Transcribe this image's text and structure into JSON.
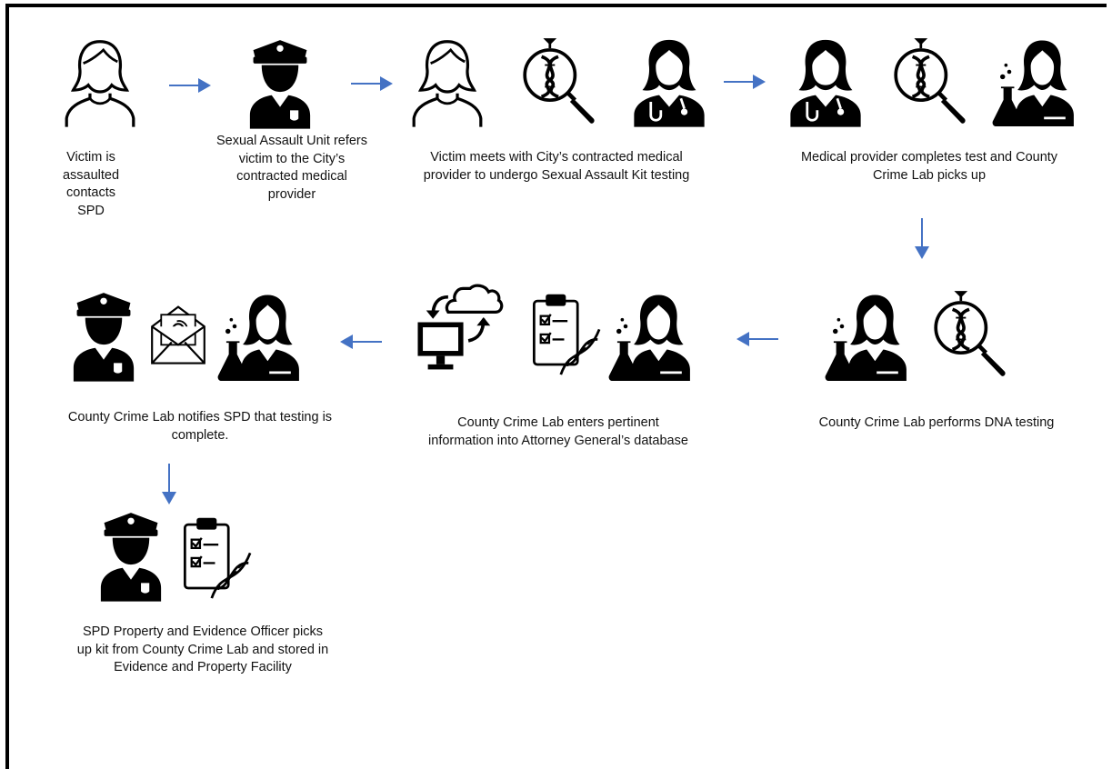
{
  "steps": [
    {
      "id": "s1",
      "caption": "Victim is assaulted contacts SPD"
    },
    {
      "id": "s2",
      "caption": "Sexual Assault Unit refers victim to the City’s contracted medical provider"
    },
    {
      "id": "s3",
      "caption": "Victim meets with City’s contracted medical provider to undergo Sexual Assault Kit testing"
    },
    {
      "id": "s4",
      "caption": "Medical provider completes test and County Crime Lab picks up"
    },
    {
      "id": "s5",
      "caption": "County Crime Lab performs DNA testing"
    },
    {
      "id": "s6",
      "caption": "County Crime Lab enters pertinent information into Attorney General’s database"
    },
    {
      "id": "s7",
      "caption": "County Crime Lab notifies SPD that testing is complete."
    },
    {
      "id": "s8",
      "caption": "SPD Property and Evidence Officer picks up kit from County Crime Lab and stored in Evidence and Property Facility"
    }
  ],
  "icons": [
    "victim-icon",
    "police-officer-icon",
    "victim-icon",
    "dna-magnifier-icon",
    "doctor-icon",
    "doctor-icon",
    "dna-magnifier-icon",
    "lab-scientist-icon",
    "lab-scientist-icon",
    "dna-magnifier-icon",
    "computer-cloud-sync-icon",
    "dna-checklist-icon",
    "lab-scientist-icon",
    "police-officer-icon",
    "email-envelope-icon",
    "lab-scientist-icon",
    "police-officer-icon",
    "dna-checklist-icon"
  ],
  "colors": {
    "arrow": "#4472C4",
    "icon": "#000000",
    "text": "#111111",
    "frame": "#000000"
  }
}
